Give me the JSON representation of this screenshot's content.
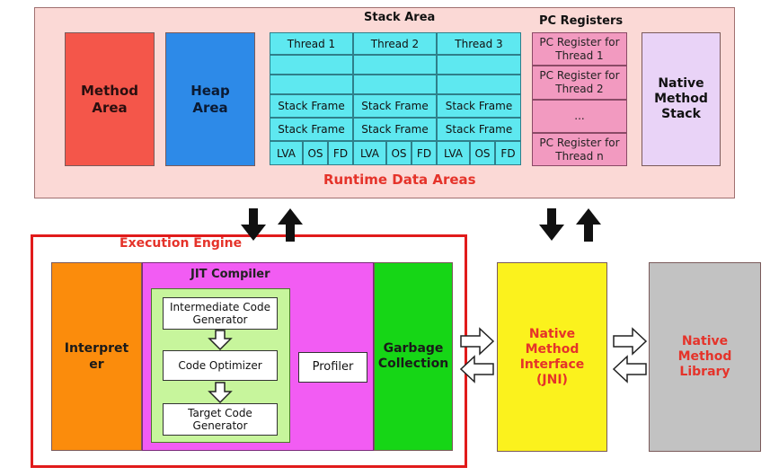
{
  "runtime": {
    "label": "Runtime Data Areas",
    "method_area": "Method\nArea",
    "heap_area": "Heap\nArea",
    "stack_area": {
      "title": "Stack Area",
      "threads": [
        {
          "header": "Thread 1",
          "frames": [
            "Stack Frame",
            "Stack Frame"
          ],
          "locals": [
            "LVA",
            "OS",
            "FD"
          ]
        },
        {
          "header": "Thread 2",
          "frames": [
            "Stack Frame",
            "Stack Frame"
          ],
          "locals": [
            "LVA",
            "OS",
            "FD"
          ]
        },
        {
          "header": "Thread 3",
          "frames": [
            "Stack Frame",
            "Stack Frame"
          ],
          "locals": [
            "LVA",
            "OS",
            "FD"
          ]
        }
      ]
    },
    "pc_registers": {
      "title": "PC Registers",
      "items": [
        "PC Register for\nThread 1",
        "PC Register for\nThread 2",
        "...",
        "PC Register for\nThread n"
      ]
    },
    "native_method_stack": "Native\nMethod\nStack"
  },
  "execution_engine": {
    "label": "Execution Engine",
    "interpreter": "Interpret\ner",
    "jit": {
      "title": "JIT Compiler",
      "steps": [
        "Intermediate Code\nGenerator",
        "Code Optimizer",
        "Target Code\nGenerator"
      ],
      "profiler": "Profiler"
    },
    "garbage_collection": "Garbage\nCollection"
  },
  "jni": "Native\nMethod\nInterface\n(JNI)",
  "native_library": "Native\nMethod\nLibrary",
  "colors": {
    "runtime_bg": "#fbd9d6",
    "method_area": "#f4564a",
    "heap_area": "#2d8ae8",
    "stack_cell": "#5ee8f0",
    "pc_register": "#f29ac0",
    "native_stack": "#e9d3f7",
    "interpreter": "#fb8c0c",
    "jit_bg": "#f25cf3",
    "jit_inner": "#c7f59c",
    "gc": "#16d616",
    "jni": "#fbf21d",
    "native_library": "#c2c2c2",
    "label_red": "#e5332a",
    "frame_red": "#e11b1b"
  }
}
